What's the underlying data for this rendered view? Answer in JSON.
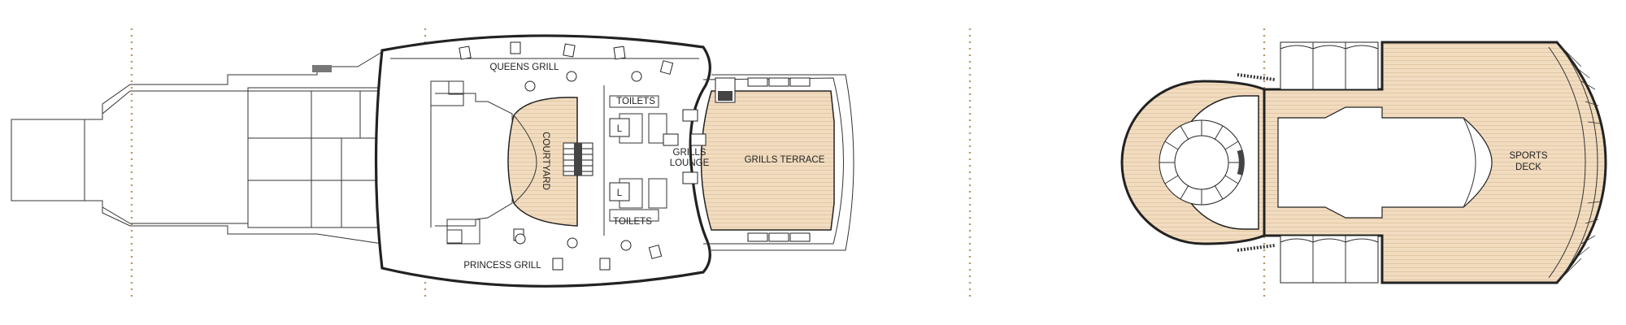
{
  "deck_labels": {
    "queens_grill": "QUEENS GRILL",
    "princess_grill": "PRINCESS GRILL",
    "toilets_top": "TOILETS",
    "toilets_bottom": "TOILETS",
    "courtyard": "COURTYARD",
    "grills_lounge_1": "GRILLS",
    "grills_lounge_2": "LOUNGE",
    "grills_terrace": "GRILLS TERRACE",
    "sports_deck_1": "SPORTS",
    "sports_deck_2": "DECK",
    "lift_1": "L",
    "lift_2": "L"
  },
  "colors": {
    "deck_wood": "#f1dcc0",
    "plank_line": "#e2c7a3",
    "zone_marker": "#b89a6e",
    "outline": "#222222"
  }
}
